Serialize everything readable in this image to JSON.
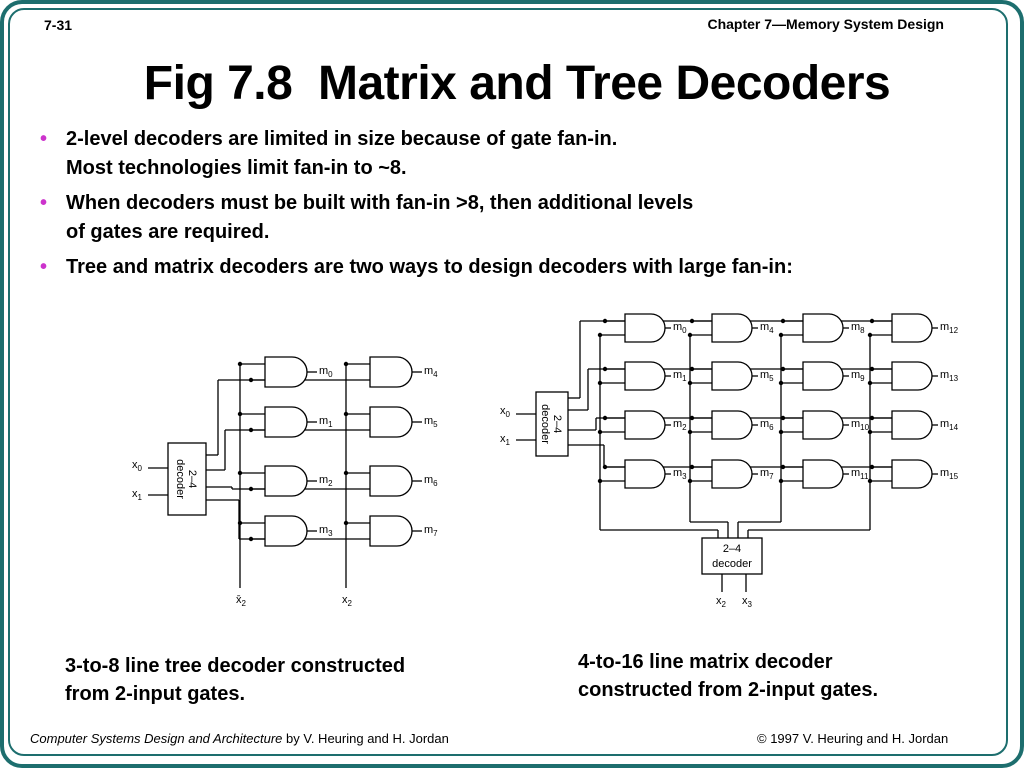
{
  "slide": {
    "number": "7-31",
    "chapter": "Chapter 7—Memory System Design",
    "title": "Fig 7.8  Matrix and Tree Decoders"
  },
  "bullets": [
    {
      "lines": [
        "2-level decoders are limited in size because of gate fan-in.",
        "Most technologies limit fan-in to ~8."
      ]
    },
    {
      "lines": [
        "When decoders must be built with fan-in >8, then additional levels",
        "of gates are required."
      ]
    },
    {
      "lines": [
        "Tree and matrix decoders are two ways to design decoders with large fan-in:"
      ]
    }
  ],
  "tree_decoder": {
    "decoder_label": [
      "2–4",
      "decoder"
    ],
    "inputs": [
      "x0",
      "x1"
    ],
    "extra_inputs": [
      "x̄2",
      "x2"
    ],
    "outputs_left": [
      "m0",
      "m1",
      "m2",
      "m3"
    ],
    "outputs_right": [
      "m4",
      "m5",
      "m6",
      "m7"
    ],
    "caption": [
      "3-to-8 line tree decoder constructed",
      "from 2-input gates."
    ]
  },
  "matrix_decoder": {
    "row_decoder_label": [
      "2–4",
      "decoder"
    ],
    "row_inputs": [
      "x0",
      "x1"
    ],
    "col_decoder_label": [
      "2–4",
      "decoder"
    ],
    "col_inputs": [
      "x2",
      "x3"
    ],
    "outputs": [
      [
        "m0",
        "m4",
        "m8",
        "m12"
      ],
      [
        "m1",
        "m5",
        "m9",
        "m13"
      ],
      [
        "m2",
        "m6",
        "m10",
        "m14"
      ],
      [
        "m3",
        "m7",
        "m11",
        "m15"
      ]
    ],
    "caption": [
      "4-to-16 line matrix decoder",
      "constructed from 2-input gates."
    ]
  },
  "footer": {
    "book_title": "Computer Systems Design and Architecture",
    "authors": " by V. Heuring and H. Jordan",
    "copyright": "© 1997 V. Heuring and H. Jordan"
  },
  "colors": {
    "frame": "#1d6e6e",
    "bullet": "#cc33cc"
  }
}
